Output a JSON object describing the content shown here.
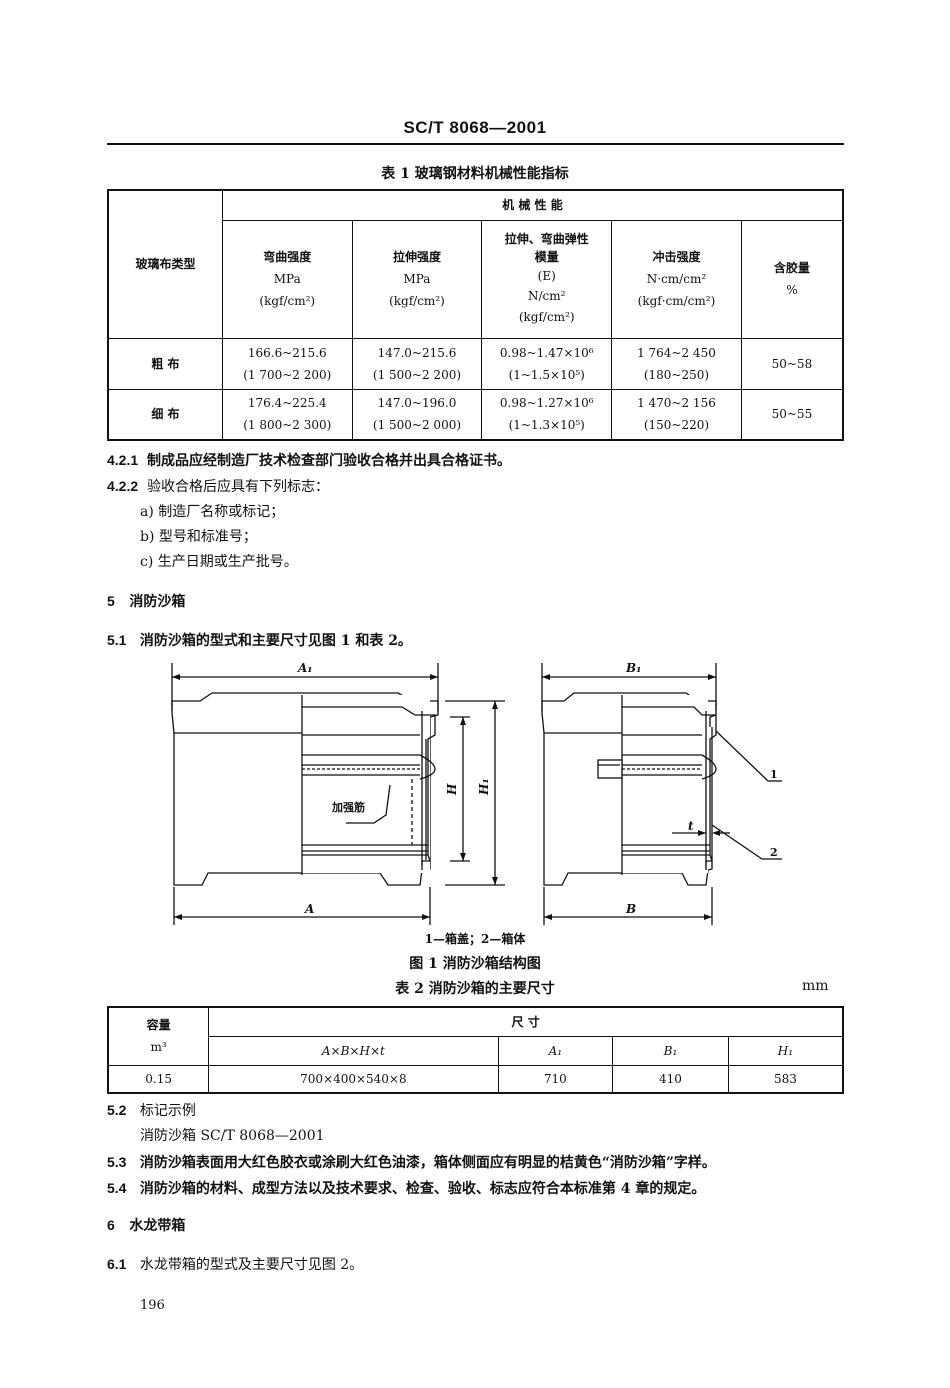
{
  "header": {
    "title": "SC/T 8068—2001"
  },
  "table1": {
    "caption": "表 1   玻璃钢材料机械性能指标",
    "col_type": "玻璃布类型",
    "group": "机    械    性    能",
    "cols": [
      [
        "弯曲强度",
        "MPa",
        "(kgf/cm²)"
      ],
      [
        "拉伸强度",
        "MPa",
        "(kgf/cm²)"
      ],
      [
        "拉伸、弯曲弹性",
        "模量",
        "(E)",
        "N/cm²",
        "(kgf/cm²)"
      ],
      [
        "冲击强度",
        "N·cm/cm²",
        "(kgf·cm/cm²)"
      ],
      [
        "含胶量",
        "%"
      ]
    ],
    "rows": [
      {
        "name": "粗    布",
        "c1": [
          "166.6~215.6",
          "(1 700~2 200)"
        ],
        "c2": [
          "147.0~215.6",
          "(1 500~2 200)"
        ],
        "c3": [
          "0.98~1.47×10⁶",
          "(1~1.5×10⁵)"
        ],
        "c4": [
          "1 764~2 450",
          "(180~250)"
        ],
        "c5": "50~58"
      },
      {
        "name": "细    布",
        "c1": [
          "176.4~225.4",
          "(1 800~2 300)"
        ],
        "c2": [
          "147.0~196.0",
          "(1 500~2 000)"
        ],
        "c3": [
          "0.98~1.27×10⁶",
          "(1~1.3×10⁵)"
        ],
        "c4": [
          "1 470~2 156",
          "(150~220)"
        ],
        "c5": "50~55"
      }
    ]
  },
  "text": {
    "p421_num": "4.2.1",
    "p421": "制成品应经制造厂技术检查部门验收合格并出具合格证书。",
    "p422_num": "4.2.2",
    "p422": "验收合格后应具有下列标志：",
    "la": "a) 制造厂名称或标记；",
    "lb": "b) 型号和标准号；",
    "lc": "c) 生产日期或生产批号。",
    "s5_num": "5",
    "s5": "消防沙箱",
    "p51_num": "5.1",
    "p51": "消防沙箱的型式和主要尺寸见图 1 和表 2。",
    "p52_num": "5.2",
    "p52": "标记示例",
    "p52b": "消防沙箱   SC/T 8068—2001",
    "p53_num": "5.3",
    "p53": "消防沙箱表面用大红色胶衣或涂刷大红色油漆，箱体侧面应有明显的桔黄色“消防沙箱”字样。",
    "p54_num": "5.4",
    "p54": "消防沙箱的材料、成型方法以及技术要求、检查、验收、标志应符合本标准第 4 章的规定。",
    "s6_num": "6",
    "s6": "水龙带箱",
    "p61_num": "6.1",
    "p61": "水龙带箱的型式及主要尺寸见图 2。"
  },
  "figure1": {
    "A1": "A₁",
    "A": "A",
    "H": "H",
    "H1": "H₁",
    "B1": "B₁",
    "B": "B",
    "t": "t",
    "rib": "加强筋",
    "n1": "1",
    "n2": "2",
    "legend": "1—箱盖；2—箱体",
    "caption": "图 1   消防沙箱结构图"
  },
  "table2": {
    "caption": "表 2   消防沙箱的主要尺寸",
    "unit": "mm",
    "cap_label": "容量",
    "cap_unit": "m³",
    "dim_label": "尺          寸",
    "headers": [
      "A×B×H×t",
      "A₁",
      "B₁",
      "H₁"
    ],
    "row": {
      "cap": "0.15",
      "abht": "700×400×540×8",
      "a1": "710",
      "b1": "410",
      "h1": "583"
    }
  },
  "page_number": "196"
}
